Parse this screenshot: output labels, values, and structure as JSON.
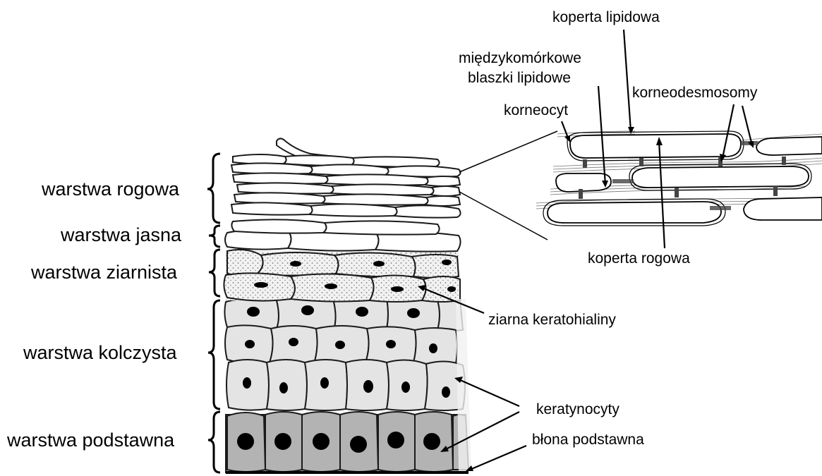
{
  "layers": [
    {
      "key": "rogowa",
      "label": "warstwa rogowa"
    },
    {
      "key": "jasna",
      "label": "warstwa jasna"
    },
    {
      "key": "ziarnista",
      "label": "warstwa ziarnista"
    },
    {
      "key": "kolczysta",
      "label": "warstwa kolczysta"
    },
    {
      "key": "podstawna",
      "label": "warstwa podstawna"
    }
  ],
  "callouts": {
    "koperta_lipidowa": "koperta lipidowa",
    "blaszki_line1": "międzykomórkowe",
    "blaszki_line2": "blaszki lipidowe",
    "korneodesmosomy": "korneodesmosomy",
    "korneocyt": "korneocyt",
    "koperta_rogowa": "koperta rogowa",
    "ziarna": "ziarna keratohialiny",
    "keratynocyty": "keratynocyty",
    "blona": "błona podstawna"
  },
  "colors": {
    "background": "#ffffff",
    "stroke": "#1a1a1a",
    "spinous_fill": "#e4e4e4",
    "basal_fill": "#b3b3b3",
    "granule_fill": "#ededed",
    "nucleus": "#000000"
  }
}
